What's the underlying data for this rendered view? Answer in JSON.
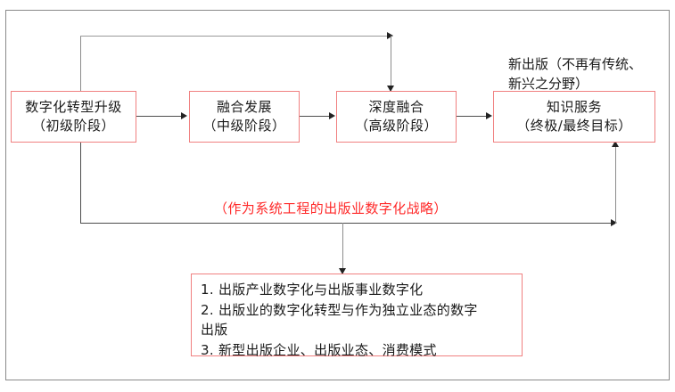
{
  "diagram": {
    "title_frame": "outer-border",
    "accent_color": "#f08080",
    "highlight_text_color": "#ff2a2a",
    "line_color": "#4d4d4d",
    "nodes": [
      {
        "id": "primary",
        "line1": "数字化转型升级",
        "line2": "（初级阶段）"
      },
      {
        "id": "secondary",
        "line1": "融合发展",
        "line2": "（中级阶段）"
      },
      {
        "id": "advanced",
        "line1": "深度融合",
        "line2": "（高级阶段）"
      },
      {
        "id": "goal",
        "line1": "知识服务",
        "line2": "（终极/最终目标）"
      }
    ],
    "labels": {
      "new_publishing_line1": "新出版（不再有传统、",
      "new_publishing_line2": "新兴之分野）",
      "strategy": "（作为系统工程的出版业数字化战略）"
    },
    "list_box": {
      "items": [
        "1. 出版产业数字化与出版事业数字化",
        "2. 出版业的数字化转型与作为独立业态的数字",
        "出版",
        "3. 新型出版企业、出版业态、消费模式"
      ]
    },
    "connectors": [
      {
        "id": "primary-to-secondary",
        "kind": "arrow-right"
      },
      {
        "id": "secondary-to-advanced",
        "kind": "arrow-right"
      },
      {
        "id": "advanced-to-goal",
        "kind": "arrow-right"
      },
      {
        "id": "primary-top-to-advanced",
        "kind": "elbow-double-arrow"
      },
      {
        "id": "primary-bottom-to-goal",
        "kind": "elbow-double-arrow"
      },
      {
        "id": "strategy-line-to-list",
        "kind": "arrow-down"
      }
    ]
  }
}
